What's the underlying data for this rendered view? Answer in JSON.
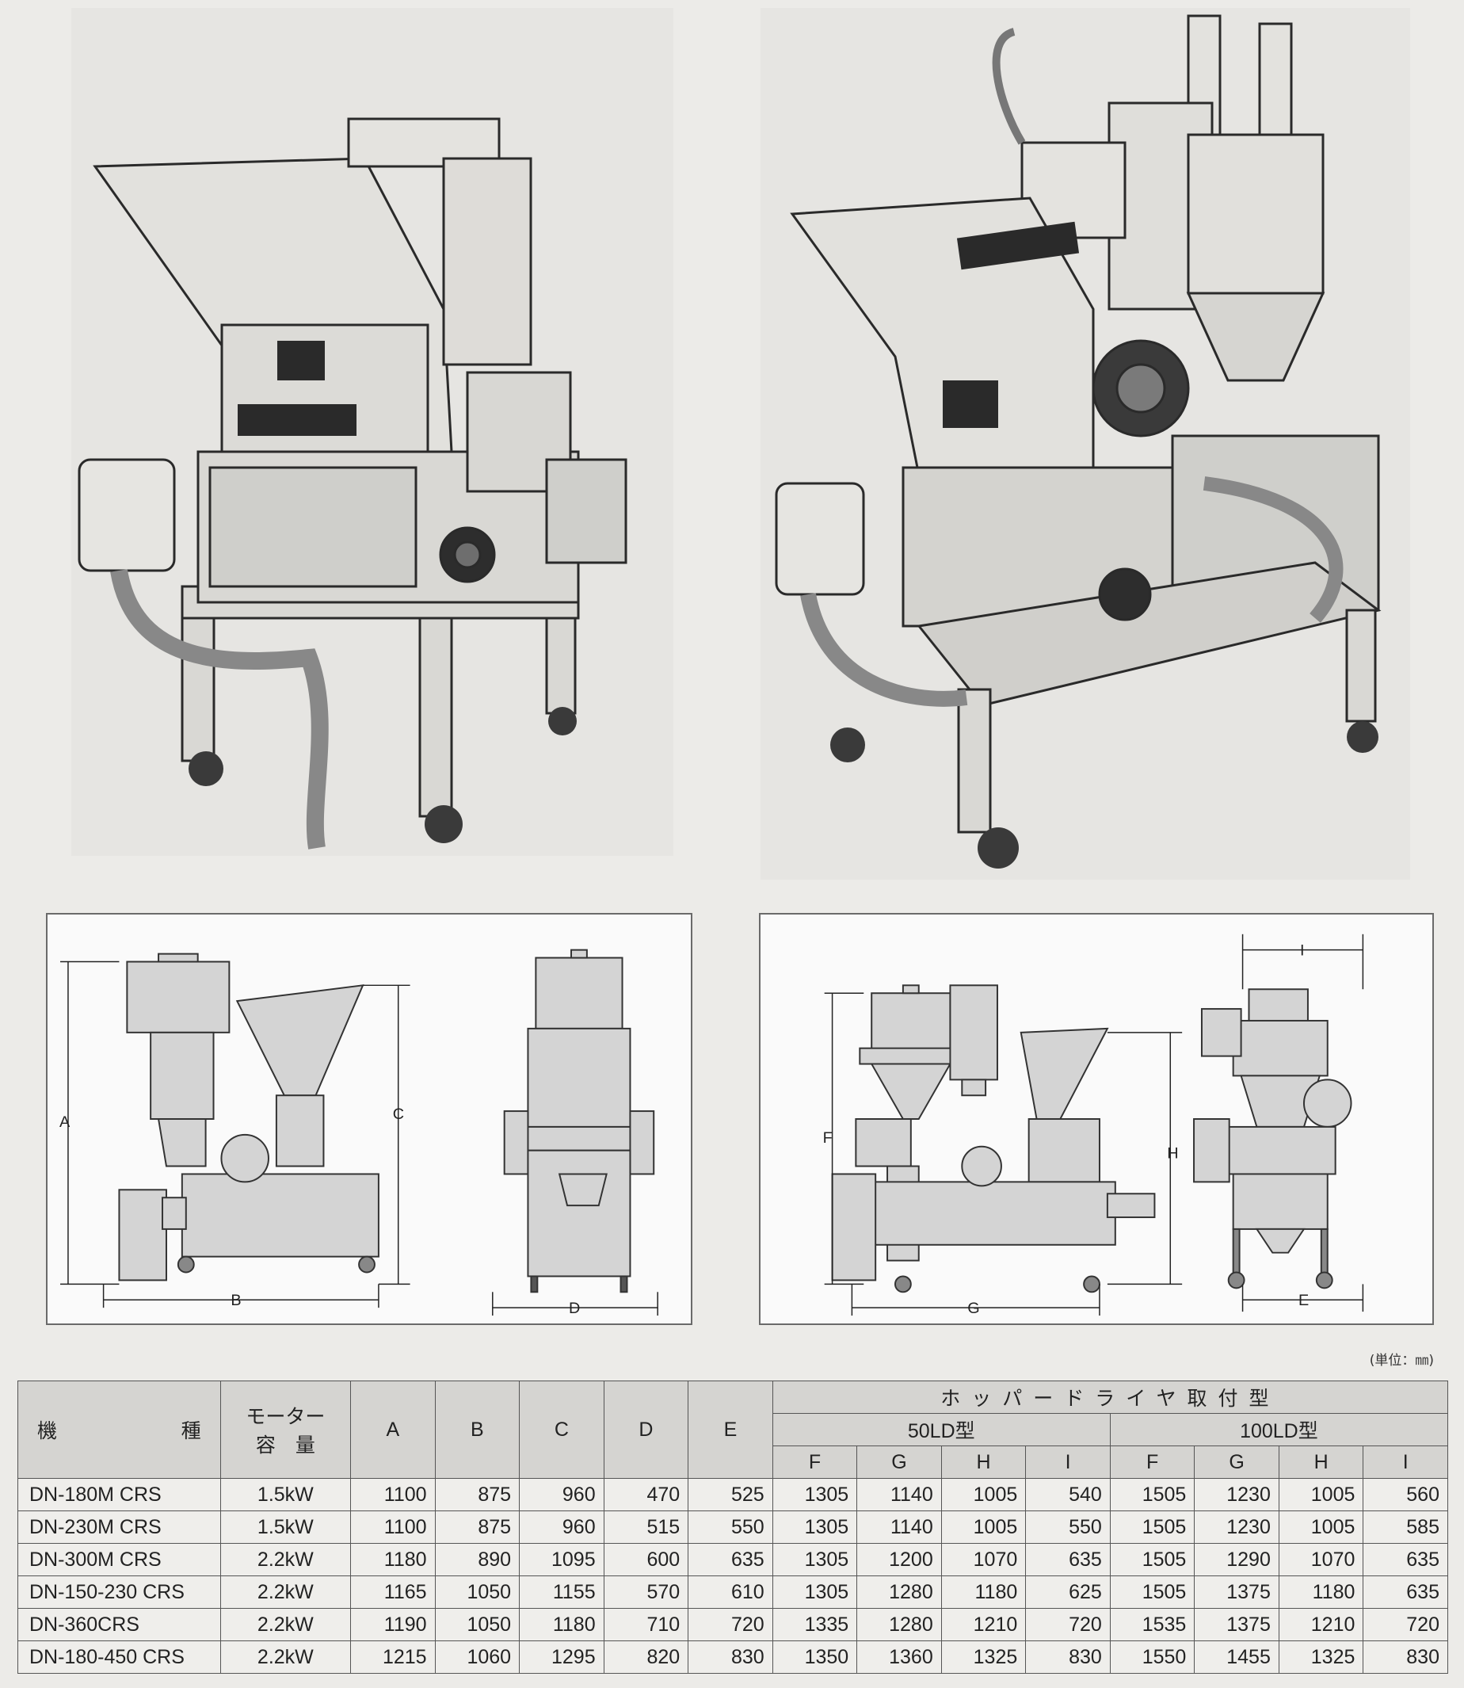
{
  "unit_note": "(単位：㎜)",
  "diagram_left": {
    "labels": {
      "A": "A",
      "B": "B",
      "C": "C",
      "D": "D"
    }
  },
  "diagram_right": {
    "labels": {
      "F": "F",
      "G": "G",
      "H": "H",
      "I": "I",
      "E": "E"
    }
  },
  "table": {
    "head": {
      "model_a": "機",
      "model_b": "種",
      "motor_line1": "モーター",
      "motor_line2": "容　量",
      "A": "A",
      "B": "B",
      "C": "C",
      "D": "D",
      "E": "E",
      "dryer_group": "ホッパードライヤ取付型",
      "sub50": "50LD型",
      "sub100": "100LD型",
      "F": "F",
      "G": "G",
      "H": "H",
      "I": "I"
    },
    "rows": [
      {
        "model": "DN-180M CRS",
        "motor": "1.5kW",
        "A": "1100",
        "B": "875",
        "C": "960",
        "D": "470",
        "E": "525",
        "F50": "1305",
        "G50": "1140",
        "H50": "1005",
        "I50": "540",
        "F100": "1505",
        "G100": "1230",
        "H100": "1005",
        "I100": "560"
      },
      {
        "model": "DN-230M CRS",
        "motor": "1.5kW",
        "A": "1100",
        "B": "875",
        "C": "960",
        "D": "515",
        "E": "550",
        "F50": "1305",
        "G50": "1140",
        "H50": "1005",
        "I50": "550",
        "F100": "1505",
        "G100": "1230",
        "H100": "1005",
        "I100": "585"
      },
      {
        "model": "DN-300M CRS",
        "motor": "2.2kW",
        "A": "1180",
        "B": "890",
        "C": "1095",
        "D": "600",
        "E": "635",
        "F50": "1305",
        "G50": "1200",
        "H50": "1070",
        "I50": "635",
        "F100": "1505",
        "G100": "1290",
        "H100": "1070",
        "I100": "635"
      },
      {
        "model": "DN-150-230 CRS",
        "motor": "2.2kW",
        "A": "1165",
        "B": "1050",
        "C": "1155",
        "D": "570",
        "E": "610",
        "F50": "1305",
        "G50": "1280",
        "H50": "1180",
        "I50": "625",
        "F100": "1505",
        "G100": "1375",
        "H100": "1180",
        "I100": "635"
      },
      {
        "model": "DN-360CRS",
        "motor": "2.2kW",
        "A": "1190",
        "B": "1050",
        "C": "1180",
        "D": "710",
        "E": "720",
        "F50": "1335",
        "G50": "1280",
        "H50": "1210",
        "I50": "720",
        "F100": "1535",
        "G100": "1375",
        "H100": "1210",
        "I100": "720"
      },
      {
        "model": "DN-180-450 CRS",
        "motor": "2.2kW",
        "A": "1215",
        "B": "1060",
        "C": "1295",
        "D": "820",
        "E": "830",
        "F50": "1350",
        "G50": "1360",
        "H50": "1325",
        "I50": "830",
        "F100": "1550",
        "G100": "1455",
        "H100": "1325",
        "I100": "830"
      }
    ]
  }
}
